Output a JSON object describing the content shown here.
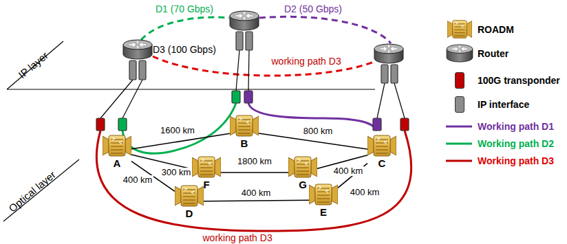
{
  "diagram": {
    "nodes": [
      {
        "text": [
          "A"
        ]
      },
      {
        "text": [
          "B"
        ]
      },
      {
        "text": [
          "C"
        ]
      },
      {
        "text": [
          "F"
        ]
      },
      {
        "text": [
          "G"
        ]
      },
      {
        "text": [
          "D"
        ]
      },
      {
        "text": [
          "E"
        ]
      }
    ],
    "edges": [
      {
        "from": 0,
        "to": 1,
        "arrow": "none",
        "label": "1600 km"
      },
      {
        "from": 1,
        "to": 2,
        "arrow": "none",
        "label": "800 km"
      },
      {
        "from": 0,
        "to": 3,
        "arrow": "none",
        "label": "300 km"
      },
      {
        "from": 3,
        "to": 4,
        "arrow": "none",
        "label": "1800 km"
      },
      {
        "from": 4,
        "to": 2,
        "arrow": "none",
        "label": "400 km"
      },
      {
        "from": 0,
        "to": 5,
        "arrow": "none",
        "label": "400 km"
      },
      {
        "from": 5,
        "to": 6,
        "arrow": "none",
        "label": "400 km"
      },
      {
        "from": 6,
        "to": 2,
        "arrow": "none",
        "label": "400 km"
      }
    ],
    "labels": [
      "IP layer",
      "Optical layer",
      "D1 (70 Gbps)",
      "D2 (50 Gbps)",
      "D3 (100 Gbps)",
      "working path D3",
      "working path D3"
    ],
    "legend": [
      {
        "text": "ROADM"
      },
      {
        "text": "Router"
      },
      {
        "text": "100G transponder",
        "color": "#c00000"
      },
      {
        "text": "IP interface",
        "color": "#8c8c8c"
      },
      {
        "text": "Working path D1"
      },
      {
        "text": "Working path D2"
      },
      {
        "text": "Working path D3"
      }
    ]
  }
}
